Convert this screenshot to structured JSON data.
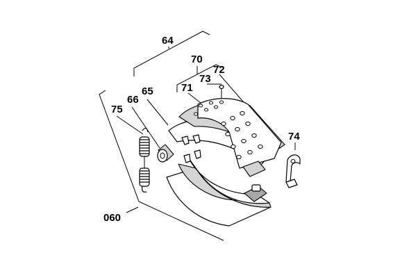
{
  "labels": {
    "l64": "64",
    "l70": "70",
    "l72": "72",
    "l73": "73",
    "l71": "71",
    "l65": "65",
    "l66": "66",
    "l75": "75",
    "l74": "74",
    "l060": "060"
  }
}
